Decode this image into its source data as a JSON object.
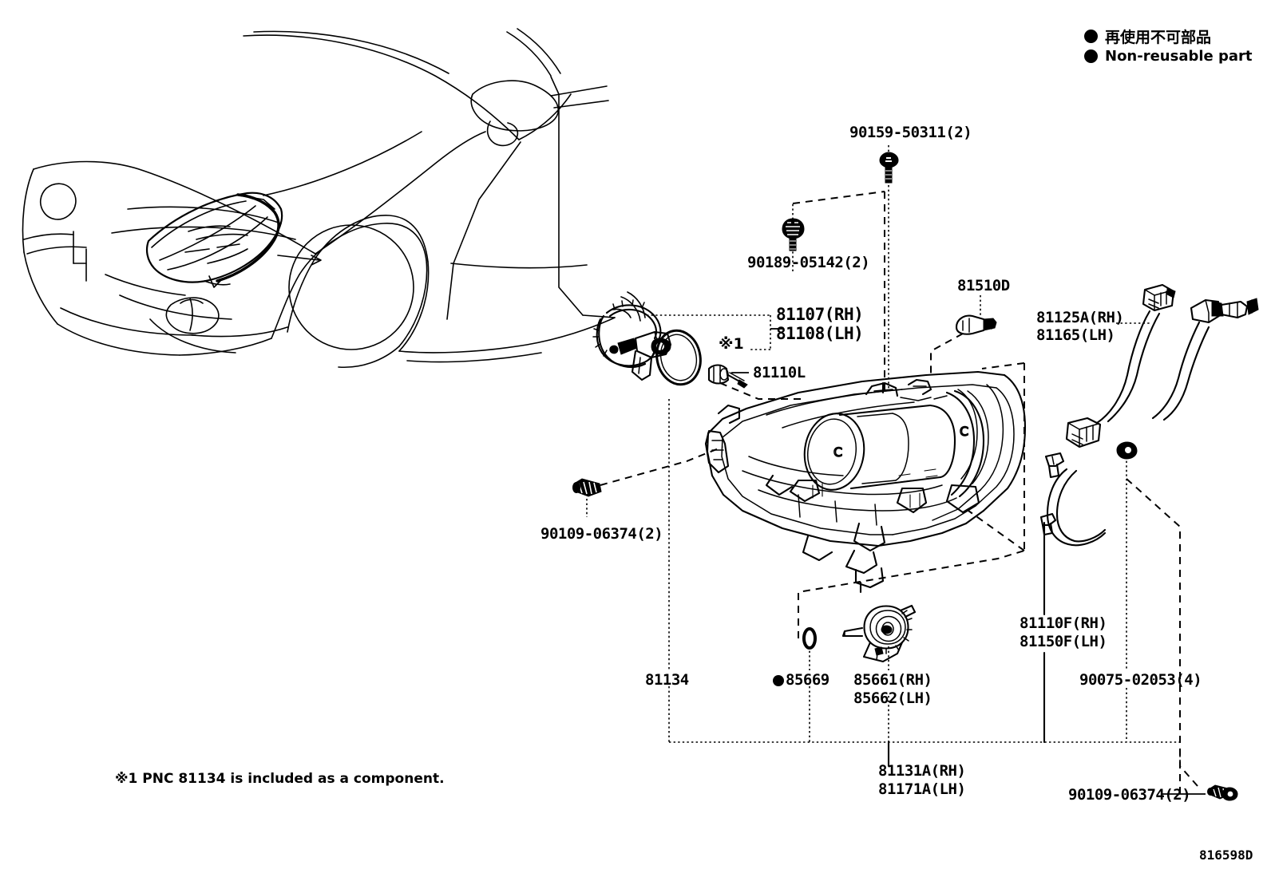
{
  "diagram": {
    "id": "816598D",
    "footnote": "※1 PNC 81134 is included as a component.",
    "mark_ref": "※1"
  },
  "legend": {
    "jp": "再使用不可部品",
    "en": "Non-reusable part",
    "symbol": "filled-circle",
    "color": "#000000"
  },
  "vehicle": {
    "name": "front-three-quarter-body-outline",
    "highlight": "headlamp-assembly-location"
  },
  "parts": [
    {
      "key": "bolt_top",
      "label": "90159-50311(2)",
      "icon": "bolt-icon"
    },
    {
      "key": "screw_mid",
      "label": "90189-05142(2)",
      "icon": "screw-grommet-icon"
    },
    {
      "key": "bulb_cap_rh",
      "label": "81107(RH)",
      "icon": "bulb-socket-cap-icon"
    },
    {
      "key": "bulb_cap_lh",
      "label": "81108(LH)",
      "icon": "bulb-socket-cap-icon"
    },
    {
      "key": "bulb_81110l",
      "label": "81110L",
      "icon": "bulb-icon"
    },
    {
      "key": "bulb_81510d",
      "label": "81510D",
      "icon": "wedge-bulb-icon"
    },
    {
      "key": "harness_rh",
      "label": "81125A(RH)",
      "icon": "wire-harness-icon"
    },
    {
      "key": "harness_lh",
      "label": "81165(LH)",
      "icon": "wire-harness-icon"
    },
    {
      "key": "screw_left",
      "label": "90109-06374(2)",
      "icon": "screw-icon"
    },
    {
      "key": "seal_81134",
      "label": "81134",
      "icon": "o-ring-seal-icon"
    },
    {
      "key": "oring_85669",
      "label": "85669",
      "icon": "small-o-ring-icon",
      "nonreusable": true
    },
    {
      "key": "motor_rh",
      "label": "85661(RH)",
      "icon": "leveling-motor-icon"
    },
    {
      "key": "motor_lh",
      "label": "85662(LH)",
      "icon": "leveling-motor-icon"
    },
    {
      "key": "bulb_f_rh",
      "label": "81110F(RH)",
      "icon": "bulb-socket-icon"
    },
    {
      "key": "bulb_f_lh",
      "label": "81150F(LH)",
      "icon": "bulb-socket-icon"
    },
    {
      "key": "clip_90075",
      "label": "90075-02053(4)",
      "icon": "clip-icon"
    },
    {
      "key": "unit_rh",
      "label": "81131A(RH)",
      "icon": "headlamp-unit-icon"
    },
    {
      "key": "unit_lh",
      "label": "81171A(LH)",
      "icon": "headlamp-unit-icon"
    },
    {
      "key": "screw_bottom",
      "label": "90109-06374(2)",
      "icon": "screw-icon"
    }
  ],
  "labels": {
    "bolt_top": "90159-50311(2)",
    "screw_mid": "90189-05142(2)",
    "bulb_cap_rh": "81107(RH)",
    "bulb_cap_lh": "81108(LH)",
    "bulb_81110l": "81110L",
    "bulb_81510d": "81510D",
    "harness_rh": "81125A(RH)",
    "harness_lh": "81165(LH)",
    "screw_left": "90109-06374(2)",
    "seal_81134": "81134",
    "oring_85669": "85669",
    "motor_rh": "85661(RH)",
    "motor_lh": "85662(LH)",
    "bulb_f_rh": "81110F(RH)",
    "bulb_f_lh": "81150F(LH)",
    "clip_90075": "90075-02053(4)",
    "unit_rh": "81131A(RH)",
    "unit_lh": "81171A(LH)",
    "screw_bottom": "90109-06374(2)"
  }
}
